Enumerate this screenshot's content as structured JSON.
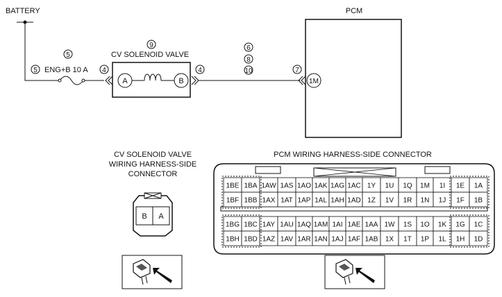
{
  "wiring": {
    "battery_label": "BATTERY",
    "pcm_label": "PCM",
    "valve_title": "CV SOLENOID VALVE",
    "fuse_label": "ENG+B 10 A",
    "pin_a": "A",
    "pin_b": "B",
    "pcm_pin": "1M",
    "refs": {
      "fuse_top": "5",
      "fuse_left": "5",
      "valve_top": "9",
      "valve_left": "4",
      "valve_right": "4",
      "wire_1": "6",
      "wire_2": "8",
      "wire_3": "10",
      "pcm_ref": "7"
    }
  },
  "valve_connector": {
    "title_lines": [
      "CV SOLENOID VALVE",
      "WIRING HARNESS-SIDE",
      "CONNECTOR"
    ],
    "pins": [
      "B",
      "A"
    ]
  },
  "pcm_connector": {
    "title": "PCM WIRING HARNESS-SIDE CONNECTOR",
    "top_rows": [
      [
        "1BE",
        "1BA",
        "1AW",
        "1AS",
        "1AO",
        "1AK",
        "1AG",
        "1AC",
        "1Y",
        "1U",
        "1Q",
        "1M",
        "1I",
        "1E",
        "1A"
      ],
      [
        "1BF",
        "1BB",
        "1AX",
        "1AT",
        "1AP",
        "1AL",
        "1AH",
        "1AD",
        "1Z",
        "1V",
        "1R",
        "1N",
        "1J",
        "1F",
        "1B"
      ]
    ],
    "bottom_rows": [
      [
        "1BG",
        "1BC",
        "1AY",
        "1AU",
        "1AQ",
        "1AM",
        "1AI",
        "1AE",
        "1AA",
        "1W",
        "1S",
        "1O",
        "1K",
        "1G",
        "1C"
      ],
      [
        "1BH",
        "1BD",
        "1AZ",
        "1AV",
        "1AR",
        "1AN",
        "1AJ",
        "1AF",
        "1AB",
        "1X",
        "1T",
        "1P",
        "1L",
        "1H",
        "1D"
      ]
    ]
  }
}
